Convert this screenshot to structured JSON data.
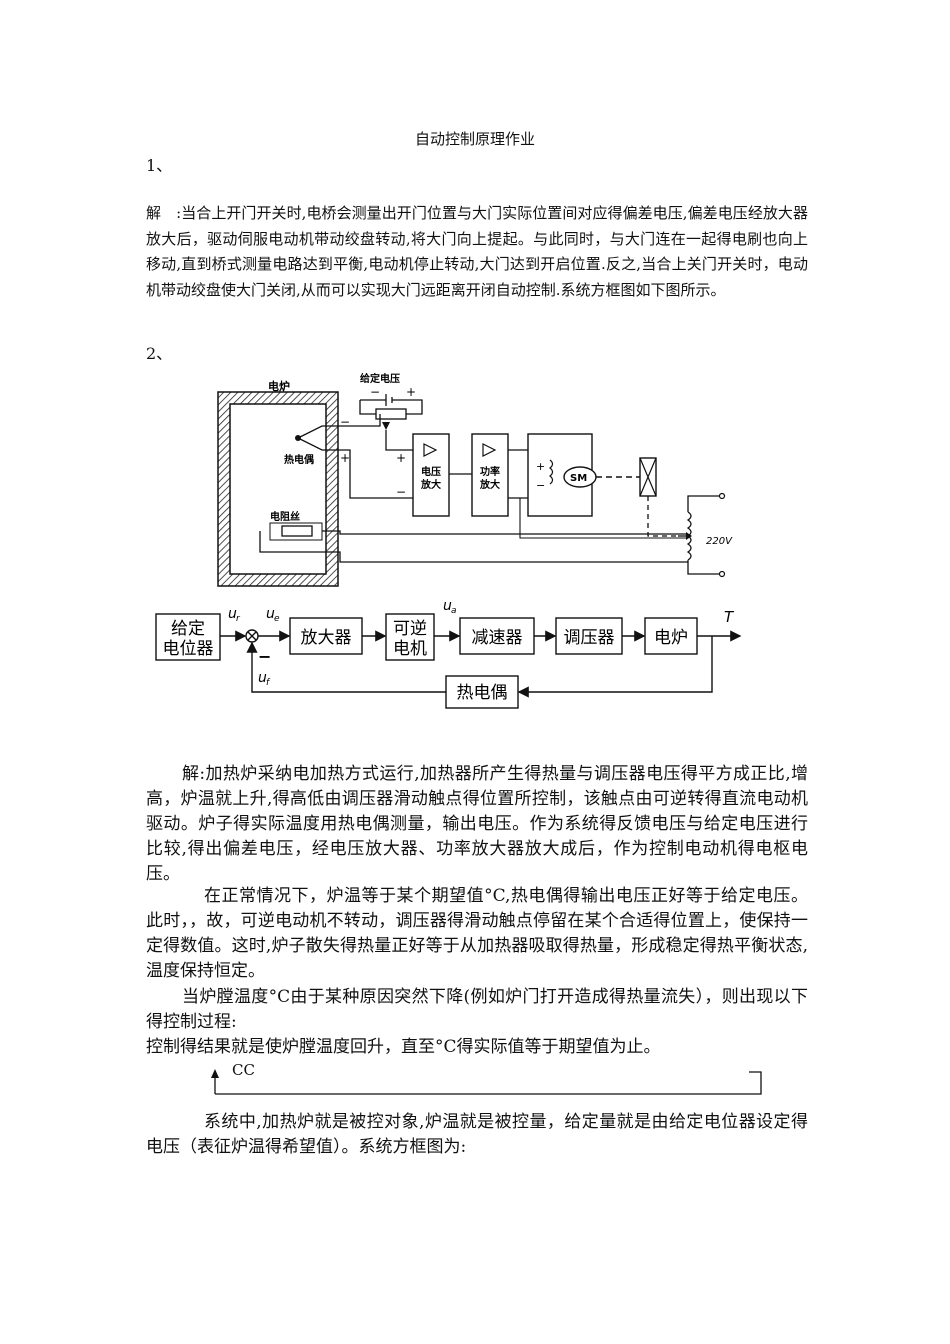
{
  "doc": {
    "title": "自动控制原理作业",
    "q1": "1、",
    "q1_answer": "解　:当合上开门开关时,电桥会测量出开门位置与大门实际位置间对应得偏差电压,偏差电压经放大器放大后，驱动伺服电动机带动绞盘转动,将大门向上提起。与此同时，与大门连在一起得电刷也向上移动,直到桥式测量电路达到平衡,电动机停止转动,大门达到开启位置.反之,当合上关门开关时，电动机带动绞盘使大门关闭,从而可以实现大门远距离开闭自动控制.系统方框图如下图所示。",
    "q2": "2、",
    "p1": "解:加热炉采纳电加热方式运行,加热器所产生得热量与调压器电压得平方成正比,增高，炉温就上升,得高低由调压器滑动触点得位置所控制，该触点由可逆转得直流电动机驱动。炉子得实际温度用热电偶测量，输出电压。作为系统得反馈电压与给定电压进行比较,得出偏差电压，经电压放大器、功率放大器放大成后，作为控制电动机得电枢电压。",
    "p2": "在正常情况下，炉温等于某个期望值°C,热电偶得输出电压正好等于给定电压。此时，，故，可逆电动机不转动，调压器得滑动触点停留在某个合适得位置上，使保持一定得数值。这时,炉子散失得热量正好等于从加热器吸取得热量，形成稳定得热平衡状态,温度保持恒定。",
    "p3": "当炉膛温度°C由于某种原因突然下降(例如炉门打开造成得热量流失），则出现以下得控制过程:",
    "p4": "控制得结果就是使炉膛温度回升，直至°C得实际值等于期望值为止。",
    "cc": "CC",
    "p5": "系统中,加热炉就是被控对象,炉温就是被控量，给定量就是由给定电位器设定得电压（表征炉温得希望值）。系统方框图为:"
  },
  "circuit": {
    "furnace": "电炉",
    "setv": "给定电压",
    "thermo": "热电偶",
    "resistor": "电阻丝",
    "amp1a": "电压",
    "amp1b": "放大",
    "amp2a": "功率",
    "amp2b": "放大",
    "motor": "SM",
    "volt": "220V",
    "minus": "−",
    "plus": "+"
  },
  "blocks": {
    "b1a": "给定",
    "b1b": "电位器",
    "b2": "放大器",
    "b3a": "可逆",
    "b3b": "电机",
    "b4": "减速器",
    "b5": "调压器",
    "b6": "电炉",
    "b7": "热电偶",
    "ur": "u",
    "ur_sub": "r",
    "ue": "u",
    "ue_sub": "e",
    "ua": "u",
    "ua_sub": "a",
    "uf": "u",
    "uf_sub": "f",
    "out": "T",
    "fb_sign": "−"
  }
}
